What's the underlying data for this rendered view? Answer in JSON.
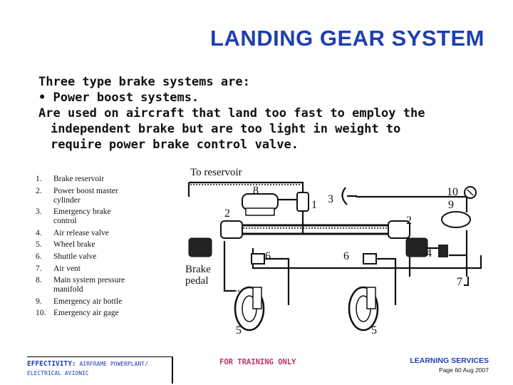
{
  "slide": {
    "title": "LANDING GEAR SYSTEM",
    "lines": [
      "Three type brake systems are:",
      "• Power boost systems.",
      "Are used on aircraft that land too fast to employ the",
      "independent brake but are too light in weight to",
      "require power brake control valve."
    ]
  },
  "legend": [
    {
      "num": "1.",
      "label": "Brake reservoir"
    },
    {
      "num": "2.",
      "label": "Power boost master cylinder"
    },
    {
      "num": "3.",
      "label": "Emergency brake control"
    },
    {
      "num": "4.",
      "label": "Air release valve"
    },
    {
      "num": "5.",
      "label": "Wheel brake"
    },
    {
      "num": "6.",
      "label": "Shuttle valve"
    },
    {
      "num": "7.",
      "label": "Air vent"
    },
    {
      "num": "8.",
      "label": "Main system pressure manifold"
    },
    {
      "num": "9.",
      "label": "Emergency air bottle"
    },
    {
      "num": "10.",
      "label": "Emergency air gage"
    }
  ],
  "diagram": {
    "to_reservoir": "To reservoir",
    "brake_pedal_1": "Brake",
    "brake_pedal_2": "pedal",
    "callouts": {
      "c8": "8",
      "c1": "1",
      "c3": "3",
      "c10": "10",
      "c9": "9",
      "c2a": "2",
      "c2b": "2",
      "c6a": "6",
      "c6b": "6",
      "c4": "4",
      "c7": "7",
      "c5a": "5",
      "c5b": "5"
    }
  },
  "footer": {
    "effectivity_label": "EFFECTIVITY:",
    "effectivity_value_1": "AIRFRAME POWERPLANT/",
    "effectivity_value_2": "ELECTRICAL AVIONIC",
    "center": "FOR TRAINING ONLY",
    "org": "LEARNING SERVICES",
    "page": "Page 60 Aug 2007"
  }
}
